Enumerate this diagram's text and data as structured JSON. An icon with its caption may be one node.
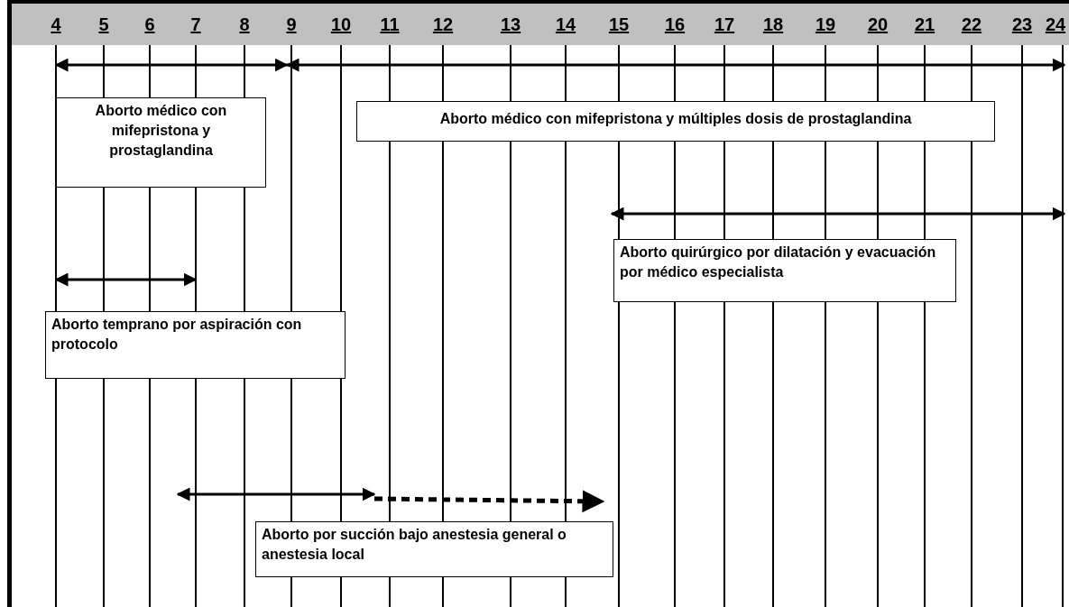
{
  "diagram": {
    "nodes": [
      {
        "text": [
          "Aborto médico con mifepristona y prostaglandina"
        ]
      },
      {
        "text": [
          "Aborto médico con mifepristona y múltiples dosis de prostaglandina"
        ]
      },
      {
        "text": [
          "Aborto quirúrgico por dilatación y evacuación por médico especialista"
        ]
      },
      {
        "text": [
          "Aborto temprano por aspiración con protocolo"
        ]
      },
      {
        "text": [
          "Aborto por succión bajo anestesia general o anestesia local"
        ]
      }
    ],
    "labels": [
      "4",
      "5",
      "6",
      "7",
      "8",
      "9",
      "10",
      "11",
      "12",
      "13",
      "14",
      "15",
      "16",
      "17",
      "18",
      "19",
      "20",
      "21",
      "22",
      "23",
      "24"
    ]
  }
}
